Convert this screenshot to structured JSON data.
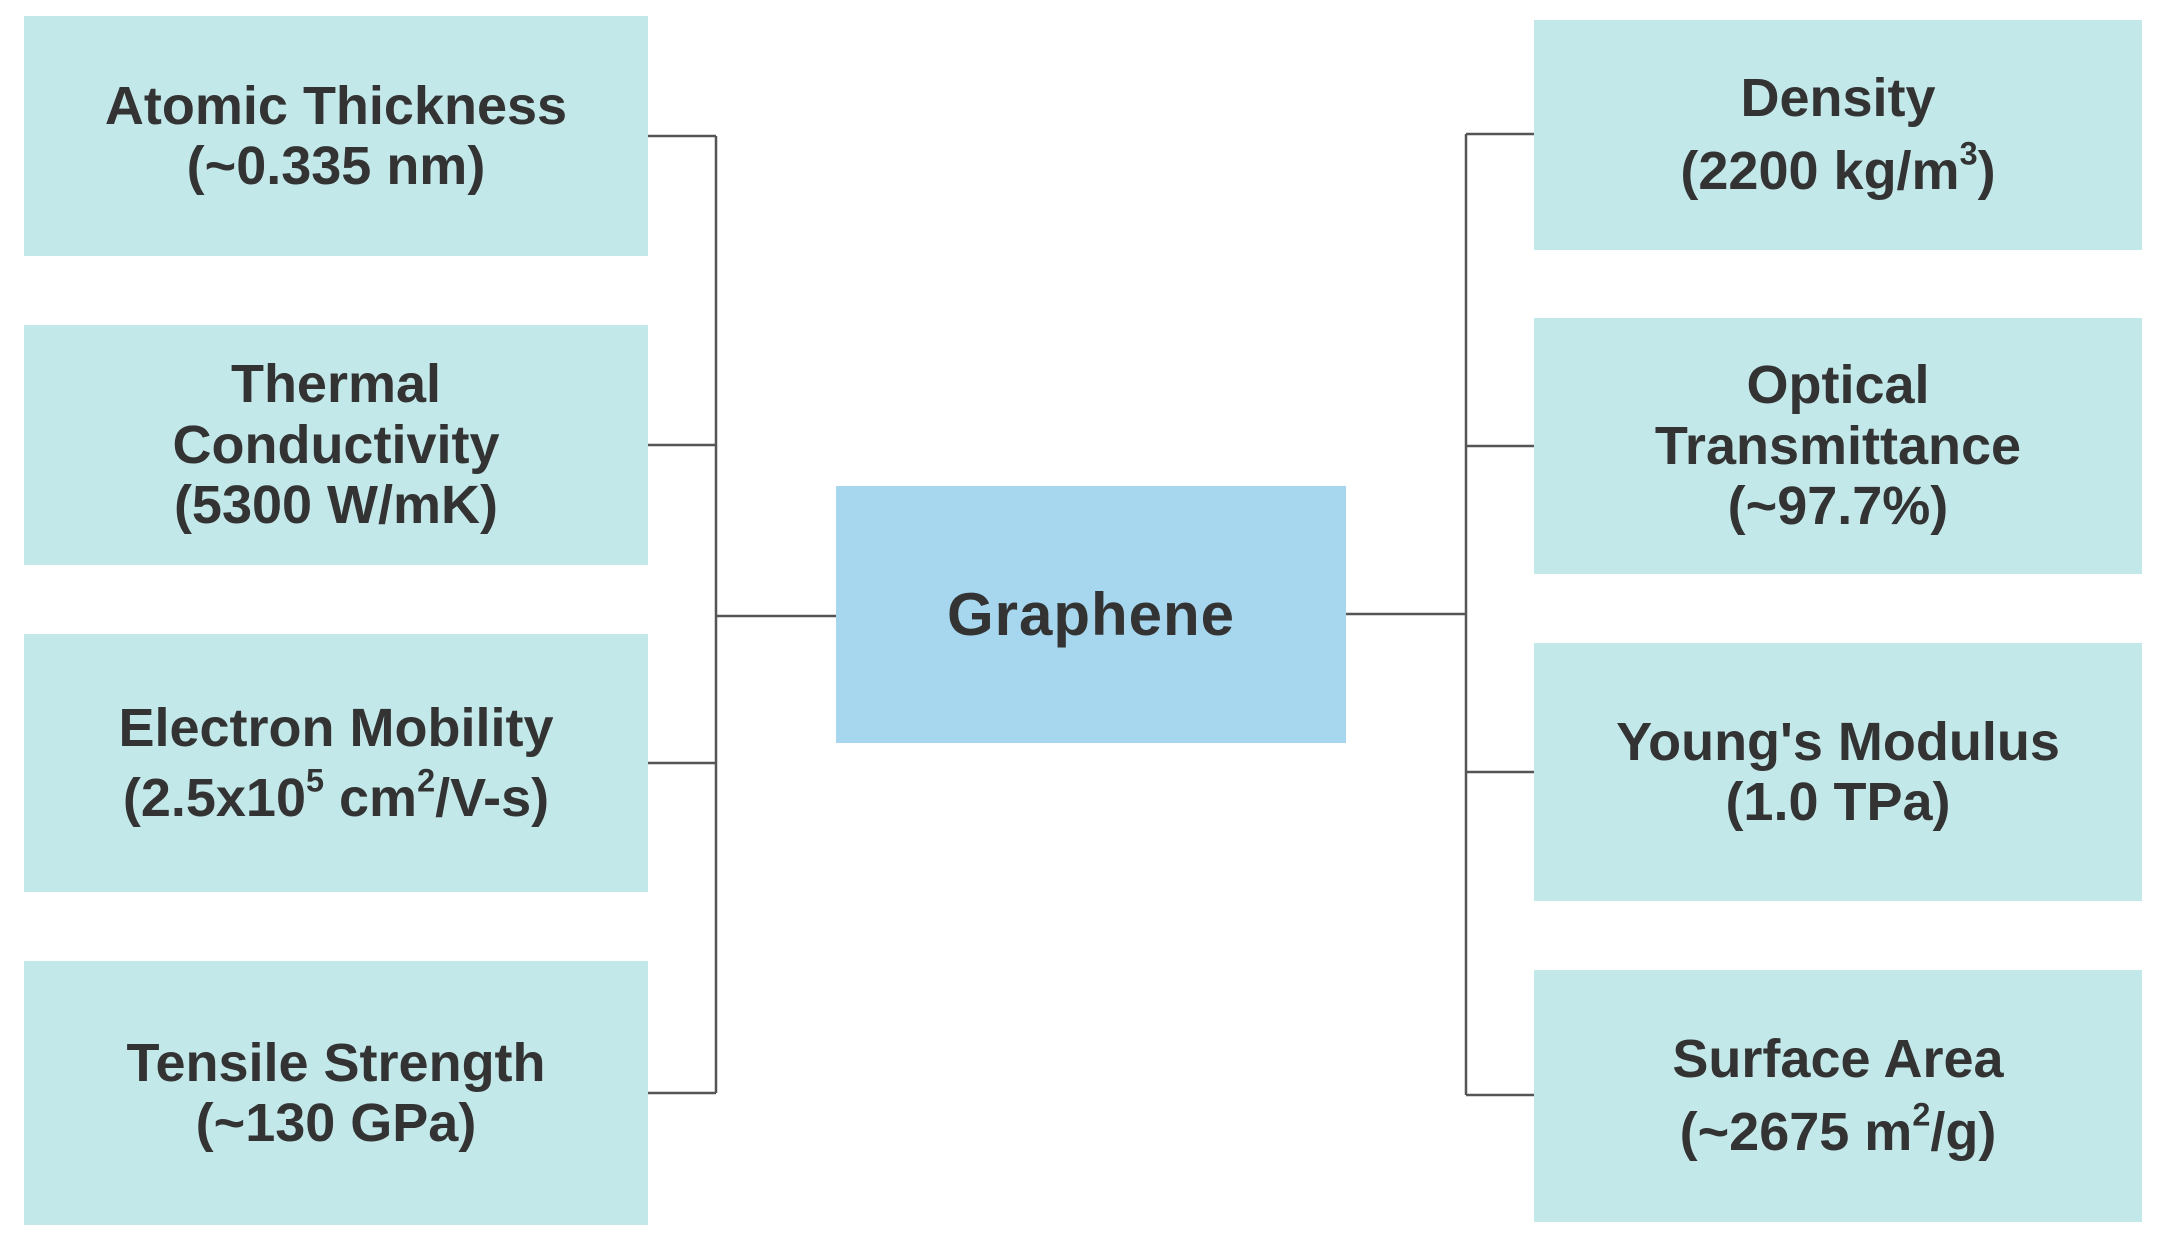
{
  "center": {
    "label": "Graphene"
  },
  "left": [
    {
      "line1": "Atomic Thickness",
      "line2": "(~0.335 nm)"
    },
    {
      "line1": "Thermal",
      "line2": "Conductivity",
      "line3": "(5300 W/mK)"
    },
    {
      "line1": "Electron Mobility",
      "line2_a": "(2.5x10",
      "line2_sup1": "5",
      "line2_b": " cm",
      "line2_sup2": "2",
      "line2_c": "/V-s)"
    },
    {
      "line1": "Tensile Strength",
      "line2": "(~130 GPa)"
    }
  ],
  "right": [
    {
      "line1": "Density",
      "line2_a": "(2200 kg/m",
      "line2_sup": "3",
      "line2_b": ")"
    },
    {
      "line1": "Optical",
      "line2": "Transmittance",
      "line3": "(~97.7%)"
    },
    {
      "line1": "Young's Modulus",
      "line2": "(1.0 TPa)"
    },
    {
      "line1": "Surface Area",
      "line2_a": "(~2675 m",
      "line2_sup": "2",
      "line2_b": "/g)"
    }
  ],
  "colors": {
    "property_box": "#c3e8ea",
    "center_box": "#a6d7ef",
    "text": "#333333",
    "connector": "#555555"
  }
}
